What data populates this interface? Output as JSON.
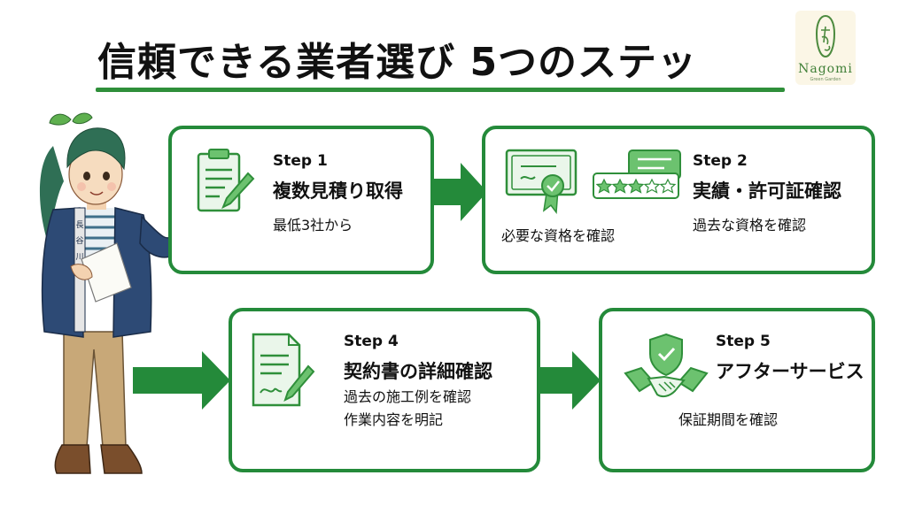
{
  "header": {
    "title": "信頼できる業者選び 5つのステッ"
  },
  "logo": {
    "name": "Nagomi",
    "subtitle": "Green Garden",
    "mark_text": "なごみ"
  },
  "colors": {
    "accent": "#248a3a",
    "light_green": "#6cc26f",
    "text": "#111111"
  },
  "character": {
    "jacket_text": "長谷川造"
  },
  "steps": [
    {
      "label": "Step 1",
      "heading": "複数見積り取得",
      "lines": [
        "最低3社から"
      ],
      "icon": "clipboard-pencil-icon"
    },
    {
      "label": "Step 2",
      "heading": "実績・許可証確認",
      "lines": [
        "過去な資格を確認"
      ],
      "caption": "必要な資格を確認",
      "icon": "certificate-review-icon"
    },
    {
      "label": "Step 4",
      "heading": "契約書の詳細確認",
      "lines": [
        "過去の施工例を確認",
        "作業内容を明記"
      ],
      "icon": "contract-pen-icon"
    },
    {
      "label": "Step 5",
      "heading": "アフターサービス",
      "lines": [
        "保証期間を確認"
      ],
      "icon": "handshake-shield-icon"
    }
  ]
}
